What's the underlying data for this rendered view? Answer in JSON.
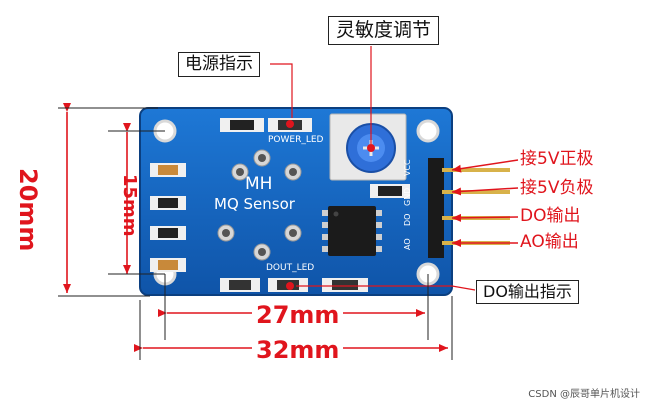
{
  "callouts": {
    "sensitivity": "灵敏度调节",
    "power_indicator": "电源指示",
    "do_output_indicator": "DO输出指示"
  },
  "pins": {
    "vcc": "接5V正极",
    "gnd": "接5V负极",
    "do": "DO输出",
    "ao": "AO输出"
  },
  "silkscreen": {
    "mh": "MH",
    "mq_sensor": "MQ Sensor",
    "power_led": "POWER_LED",
    "dout_led": "DOUT_LED",
    "vcc": "VCC",
    "gnd": "GND",
    "do": "DO",
    "ao": "AO"
  },
  "dimensions": {
    "width_outer": "32mm",
    "width_inner": "27mm",
    "height_outer": "20mm",
    "height_inner": "15mm"
  },
  "watermark": "CSDN @辰哥单片机设计",
  "colors": {
    "pcb": "#1565c0",
    "callout_red": "#e0151d",
    "pin_gold": "#d8b24a"
  }
}
